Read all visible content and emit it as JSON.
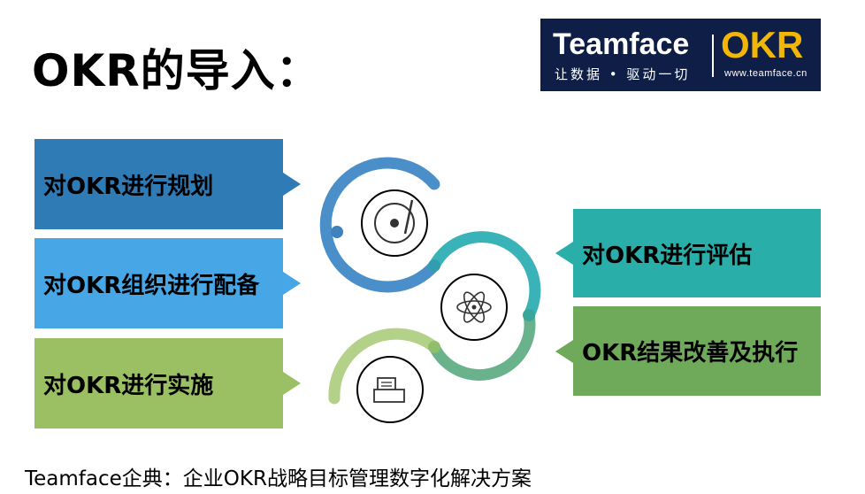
{
  "slide": {
    "title": "OKR的导入："
  },
  "logo": {
    "brand": "Teamface",
    "slogan": "让数据 • 驱动一切",
    "okr": "OKR",
    "url": "www.teamface.cn"
  },
  "steps": {
    "plan": "对OKR进行规划",
    "config": "对OKR组织进行配备",
    "impl": "对OKR进行实施",
    "eval": "对OKR进行评估",
    "improve": "OKR结果改善及执行"
  },
  "icons": [
    "vinyl-record-icon",
    "atom-icon",
    "printer-icon"
  ],
  "colors": {
    "blue_dark": "#2e7bb5",
    "blue_light": "#47a7e6",
    "green_light": "#9bc063",
    "teal": "#2aaeaa",
    "green": "#6fa95a",
    "logo_bg": "#0f1e46",
    "logo_accent": "#f2b705"
  },
  "footer": {
    "text": "Teamface企典：企业OKR战略目标管理数字化解决方案"
  }
}
